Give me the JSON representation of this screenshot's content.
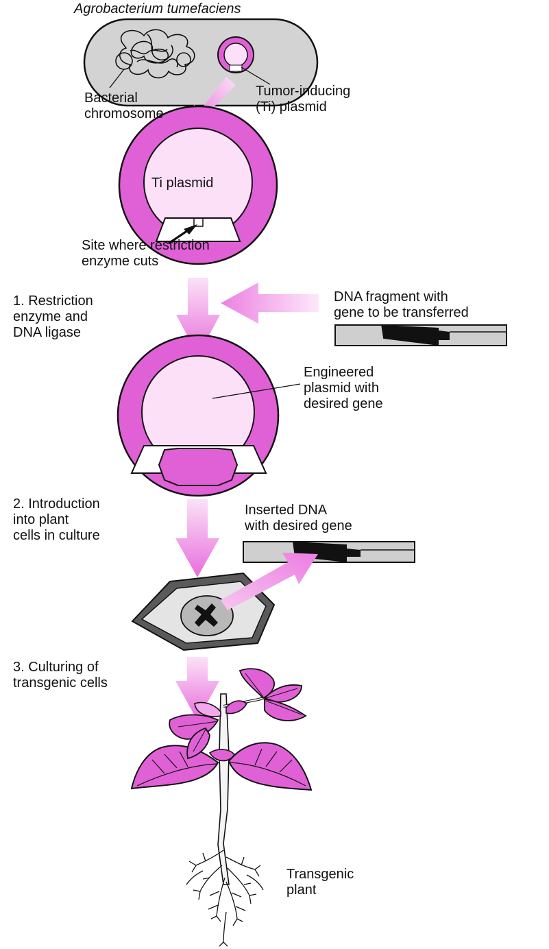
{
  "title": "Agrobacterium tumefaciens",
  "labels": {
    "bacterial_chromosome": "Bacterial\nchromosome",
    "ti_plasmid_label": "Tumor-inducing\n(Ti) plasmid",
    "ti_plasmid_center": "Ti plasmid",
    "restriction_site": "Site where restriction\nenzyme cuts",
    "dna_fragment": "DNA fragment with\ngene to be transferred",
    "engineered_plasmid": "Engineered\nplasmid with\ndesired gene",
    "inserted_dna": "Inserted DNA\nwith desired gene",
    "transgenic_plant": "Transgenic\nplant"
  },
  "steps": [
    {
      "text": "1. Restriction\n    enzyme and\n    DNA ligase"
    },
    {
      "text": "2. Introduction\n    into plant\n    cells in culture"
    },
    {
      "text": "3. Culturing of\n    transgenic cells"
    }
  ],
  "colors": {
    "magenta": "#e060d6",
    "magenta_dark": "#c83cbf",
    "pale_pink": "#fce0f8",
    "arrow_top": "#fad6f4",
    "arrow_bottom": "#ea7ae0",
    "bacterium_fill": "#d3d3d3",
    "cell_wall": "#5a5a5a",
    "dna_gray": "#cfcfcf"
  }
}
